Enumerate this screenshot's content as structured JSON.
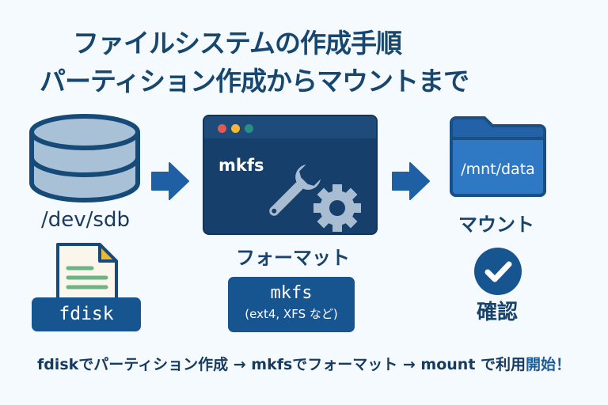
{
  "title": {
    "line1": "ファイルシステムの作成手順",
    "line2": "パーティション作成からマウントまで"
  },
  "steps": [
    {
      "icon": "disk-icon",
      "label": "/dev/sdb",
      "tool_icon": "document-icon",
      "tool_label": "fdisk"
    },
    {
      "icon": "terminal-window-icon",
      "window_text": "mkfs",
      "label": "フォーマット",
      "tool_label": "mkfs",
      "tool_sublabel": "(ext4, XFS など)"
    },
    {
      "icon": "folder-icon",
      "folder_text": "/mnt/data",
      "label": "マウント",
      "check_icon": "check-circle-icon",
      "check_label": "確認"
    }
  ],
  "arrows": [
    "arrow-right-icon",
    "arrow-right-icon"
  ],
  "summary": {
    "text": "fdiskでパーティション作成 → mkfsでフォーマット → mount で利用",
    "accent": "開始！"
  },
  "colors": {
    "background": "#f4fafd",
    "primary": "#175590",
    "dark_navy": "#173f6b",
    "title": "#17466f",
    "arrow": "#1f5fa3",
    "folder": "#2f78c4",
    "disk_fill": "#a9c1d6",
    "doc_lines": "#6bb486",
    "doc_corner": "#e8b83a"
  }
}
